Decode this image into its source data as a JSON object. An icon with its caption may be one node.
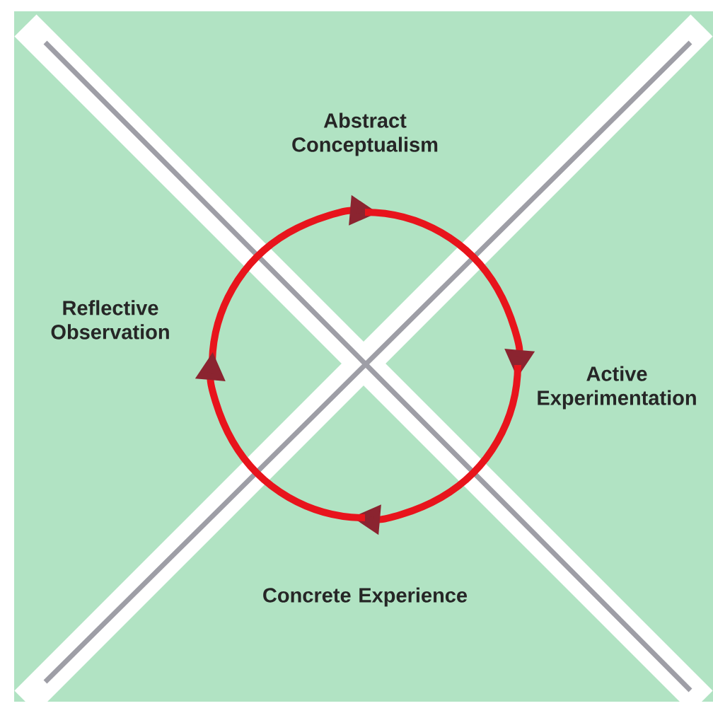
{
  "diagram": {
    "nodes": [
      {
        "text": [
          "Abstract Conceptualism"
        ]
      },
      {
        "text": [
          "Reflective Observation"
        ]
      },
      {
        "text": [
          "Active Experimentation"
        ]
      },
      {
        "text": [
          "Concrete Experience"
        ]
      }
    ],
    "edges": [
      {
        "from": 1,
        "to": 0,
        "arrow": "to"
      },
      {
        "from": 0,
        "to": 2,
        "arrow": "to"
      },
      {
        "from": 2,
        "to": 3,
        "arrow": "to"
      },
      {
        "from": 3,
        "to": 1,
        "arrow": "to"
      }
    ]
  }
}
